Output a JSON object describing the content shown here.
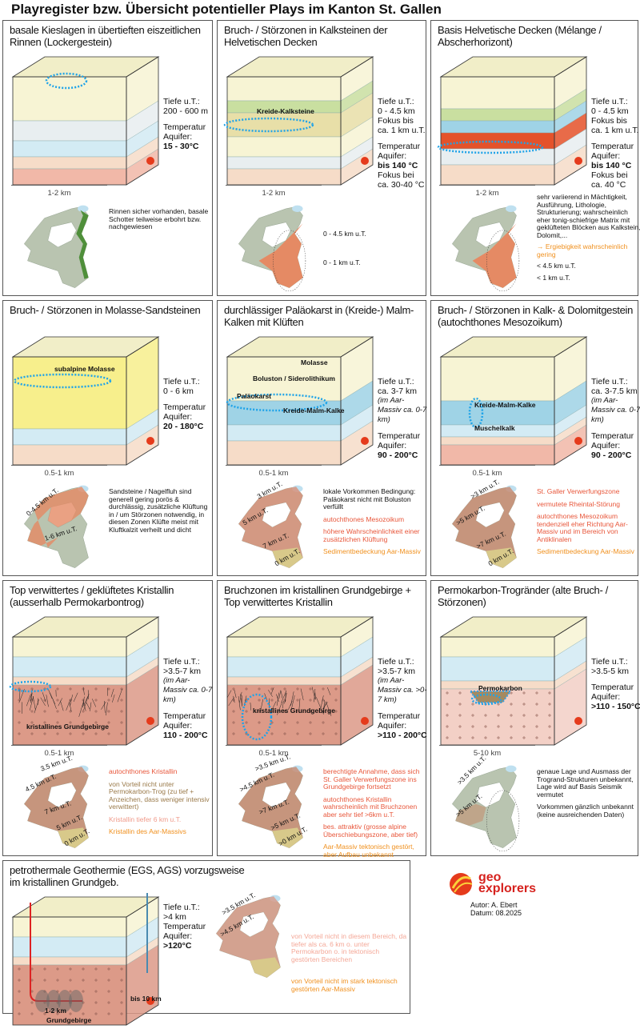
{
  "title": "Playregister bzw. Übersicht potentieller Plays im Kanton St. Gallen",
  "panels": [
    {
      "title": "basale Kieslagen in übertieften eiszeitlichen Rinnen (Lockergestein)",
      "info": [
        [
          "Tiefe u.T.:",
          "n"
        ],
        [
          "200 - 600 m",
          "n"
        ],
        [
          "",
          ""
        ],
        [
          "Temperatur",
          "n"
        ],
        [
          "Aquifer:",
          "n"
        ],
        [
          "15 - 30°C",
          "b"
        ]
      ],
      "block_labels": [],
      "scale": "1-2 km",
      "map_labels": [],
      "notes": [
        {
          "text": "Rinnen sicher vorhanden, basale Schotter teilweise erbohrt bzw. nachgewiesen",
          "color": "#111111"
        }
      ]
    },
    {
      "title": "Bruch- / Störzonen in Kalksteinen der Helvetischen Decken",
      "info": [
        [
          "Tiefe u.T.:",
          "n"
        ],
        [
          "0 - 4.5 km",
          "n"
        ],
        [
          "Fokus bis",
          "n"
        ],
        [
          "ca. 1 km u.T.",
          "n"
        ],
        [
          "",
          ""
        ],
        [
          "Temperatur",
          "n"
        ],
        [
          "Aquifer:",
          "n"
        ],
        [
          "bis 140 °C",
          "b"
        ],
        [
          "Fokus bei",
          "n"
        ],
        [
          "ca. 30-40 °C",
          "n"
        ]
      ],
      "block_labels": [
        "Kreide-Kalksteine"
      ],
      "scale": "1-2 km",
      "map_labels": [],
      "notes": [
        {
          "text": "0 - 4.5 km u.T.",
          "color": "#111111"
        },
        {
          "text": "0 - 1 km u.T.",
          "color": "#111111"
        }
      ]
    },
    {
      "title": "Basis Helvetische Decken (Mélange / Abscherhorizont)",
      "info": [
        [
          "Tiefe u.T.:",
          "n"
        ],
        [
          "0 - 4.5 km",
          "n"
        ],
        [
          "Fokus bis",
          "n"
        ],
        [
          "ca. 1 km u.T.",
          "n"
        ],
        [
          "",
          ""
        ],
        [
          "Temperatur",
          "n"
        ],
        [
          "Aquifer:",
          "n"
        ],
        [
          "bis 140 °C",
          "b"
        ],
        [
          "Fokus bei",
          "n"
        ],
        [
          "ca. 40 °C",
          "n"
        ]
      ],
      "block_labels": [],
      "scale": "1-2 km",
      "map_labels": [],
      "notes": [
        {
          "text": "sehr variierend in Mächtigkeit, Ausführung, Lithologie, Strukturierung; wahrscheinlich eher tonig-schiefrige Matrix mit geklüfteten Blöcken aus Kalkstein, Dolomit,...",
          "color": "#111111"
        },
        {
          "text": "→ Ergiebigkeit wahrscheinlich gering",
          "color": "#f0901e"
        },
        {
          "text": "< 4.5 km u.T.",
          "color": "#111111"
        },
        {
          "text": "< 1 km u.T.",
          "color": "#111111"
        }
      ]
    },
    {
      "title": "Bruch- / Störzonen in Molasse-Sandsteinen",
      "info": [
        [
          "Tiefe u.T.:",
          "n"
        ],
        [
          "0 - 6 km",
          "n"
        ],
        [
          "",
          ""
        ],
        [
          "Temperatur",
          "n"
        ],
        [
          "Aquifer:",
          "n"
        ],
        [
          "20 - 180°C",
          "b"
        ]
      ],
      "block_labels": [
        "subalpine Molasse"
      ],
      "scale": "0.5-1 km",
      "map_labels": [
        "0-4.5 km u.T.",
        "1-6 km u.T."
      ],
      "notes": [
        {
          "text": "Sandsteine / Nagelfluh sind generell gering porös & durchlässig, zusätzliche Klüftung in / um Störzonen notwendig, in diesen Zonen Klüfte meist mit Kluftkalzit verheilt und dicht",
          "color": "#111111"
        }
      ]
    },
    {
      "title": "durchlässiger Paläokarst in (Kreide-) Malm-Kalken mit Klüften",
      "info": [
        [
          "Tiefe u.T.:",
          "n"
        ],
        [
          "ca. 3-7 km",
          "n"
        ],
        [
          "(im Aar-Massiv ca. 0-7 km)",
          "i"
        ],
        [
          "",
          ""
        ],
        [
          "Temperatur",
          "n"
        ],
        [
          "Aquifer:",
          "n"
        ],
        [
          "90 - 200°C",
          "b"
        ]
      ],
      "block_labels": [
        "Molasse",
        "Boluston / Siderolithikum",
        "Paläokarst",
        "Kreide-Malm-Kalke"
      ],
      "scale": "0.5-1 km",
      "map_labels": [
        "3 km u.T.",
        "5 km u.T.",
        "7 km u.T.",
        "0 km u.T."
      ],
      "notes": [
        {
          "text": "lokale Vorkommen Bedingung: Paläokarst nicht mit Boluston verfüllt",
          "color": "#111111"
        },
        {
          "text": "autochthones Mesozoikum",
          "color": "#e8563a"
        },
        {
          "text": "höhere Wahrscheinlichkeit einer zusätzlichen Klüftung",
          "color": "#e8563a"
        },
        {
          "text": "Sedimentbedeckung Aar-Massiv",
          "color": "#f0901e"
        }
      ]
    },
    {
      "title": "Bruch- / Störzonen in Kalk- & Dolomitgestein (autochthones Mesozoikum)",
      "info": [
        [
          "Tiefe u.T.:",
          "n"
        ],
        [
          "ca. 3-7.5 km",
          "n"
        ],
        [
          "(im Aar-Massiv ca. 0-7 km)",
          "i"
        ],
        [
          "",
          ""
        ],
        [
          "Temperatur",
          "n"
        ],
        [
          "Aquifer:",
          "n"
        ],
        [
          "90 - 200°C",
          "b"
        ]
      ],
      "block_labels": [
        "Kreide-Malm-Kalke",
        "Muschelkalk"
      ],
      "scale": "0.5-1 km",
      "map_labels": [
        ">3 km u.T.",
        ">5 km u.T.",
        ">7 km u.T.",
        "0 km u.T."
      ],
      "notes": [
        {
          "text": "St. Galler Verwerfungszone",
          "color": "#e8563a"
        },
        {
          "text": "vermutete Rheintal-Störung",
          "color": "#e8563a"
        },
        {
          "text": "autochthones Mesozoikum tendenziell eher Richtung Aar-Massiv und im Bereich von Antiklinalen",
          "color": "#e8563a"
        },
        {
          "text": "Sedimentbedeckung Aar-Massiv",
          "color": "#f0901e"
        }
      ]
    },
    {
      "title": "Top verwittertes / geklüftetes Kristallin (ausserhalb Permokarbontrog)",
      "info": [
        [
          "Tiefe u.T.:",
          "n"
        ],
        [
          ">3.5-7 km",
          "n"
        ],
        [
          "(im Aar-Massiv ca. 0-7 km)",
          "i"
        ],
        [
          "",
          ""
        ],
        [
          "Temperatur",
          "n"
        ],
        [
          "Aquifer:",
          "n"
        ],
        [
          "110 - 200°C",
          "b"
        ]
      ],
      "block_labels": [
        "kristallines Grundgebirge"
      ],
      "scale": "0.5-1 km",
      "map_labels": [
        "3.5 km u.T.",
        "4.5 km u.T.",
        "7 km u.T.",
        "5 km u.T.",
        "0 km u.T."
      ],
      "notes": [
        {
          "text": "autochthones Kristallin",
          "color": "#e8563a"
        },
        {
          "text": "von Vorteil nicht unter Permokarbon-Trog (zu tief + Anzeichen, dass weniger intensiv verwittert)",
          "color": "#9a7a4a"
        },
        {
          "text": "Kristallin tiefer 6 km u.T.",
          "color": "#f09a8a"
        },
        {
          "text": "Kristallin des Aar-Massivs",
          "color": "#f0901e"
        }
      ]
    },
    {
      "title": "Bruchzonen im kristallinen Grundgebirge + Top verwittertes Kristallin",
      "info": [
        [
          "Tiefe u.T.:",
          "n"
        ],
        [
          ">3.5-7 km",
          "n"
        ],
        [
          "(im Aar-Massiv ca. >0-7 km)",
          "i"
        ],
        [
          "",
          ""
        ],
        [
          "Temperatur",
          "n"
        ],
        [
          "Aquifer:",
          "n"
        ],
        [
          ">110 - 200°C",
          "b"
        ]
      ],
      "block_labels": [
        "kristallines Grundgebirge"
      ],
      "scale": "0.5-1 km",
      "map_labels": [
        ">3.5 km u.T.",
        ">4.5 km u.T.",
        ">7 km u.T.",
        ">5 km u.T.",
        ">0 km u.T."
      ],
      "notes": [
        {
          "text": "berechtigte Annahme, dass sich St. Galler Verwerfungszone ins Grundgebirge fortsetzt",
          "color": "#e8563a"
        },
        {
          "text": "autochthones Kristallin wahrscheinlich mit Bruchzonen aber sehr tief >6km u.T.",
          "color": "#e8563a"
        },
        {
          "text": "bes. attraktiv (grosse alpine Überschiebungszone, aber tief)",
          "color": "#e8563a"
        },
        {
          "text": "Aar-Massiv tektonisch gestört, aber Aufbau unbekannt",
          "color": "#f0901e"
        }
      ]
    },
    {
      "title": "Permokarbon-Trogränder (alte Bruch- / Störzonen)",
      "info": [
        [
          "Tiefe u.T.:",
          "n"
        ],
        [
          ">3.5-5 km",
          "n"
        ],
        [
          "",
          ""
        ],
        [
          "Temperatur",
          "n"
        ],
        [
          "Aquifer:",
          "n"
        ],
        [
          ">110 - 150°C",
          "b"
        ]
      ],
      "block_labels": [
        "Permokarbon"
      ],
      "scale": "5-10 km",
      "map_labels": [
        ">3.5 km u.T.",
        ">5 km u.T."
      ],
      "notes": [
        {
          "text": "genaue Lage und Ausmass der Trogrand-Strukturen unbekannt, Lage wird auf Basis Seismik vermutet",
          "color": "#111111"
        },
        {
          "text": "Vorkommen gänzlich unbekannt (keine ausreichenden Daten)",
          "color": "#111111"
        }
      ]
    },
    {
      "title": "petrothermale Geothermie (EGS, AGS) vorzugsweise im kristallinen Grundgeb.",
      "info": [
        [
          "Tiefe u.T.:",
          "n"
        ],
        [
          ">4 km",
          "n"
        ],
        [
          "Temperatur",
          "n"
        ],
        [
          "Aquifer:",
          "n"
        ],
        [
          ">120°C",
          "b"
        ]
      ],
      "block_labels": [
        "1-2 km",
        "Grundgebirge",
        "bis 10 km"
      ],
      "scale": "",
      "map_labels": [
        ">3.5 km u.T.",
        ">4.5 km u.T."
      ],
      "notes": [
        {
          "text": "von Vorteil nicht in diesem Bereich, da tiefer als ca. 6 km o. unter Permokarbon o. in tektonisch gestörten Bereichen",
          "color": "#f4a898"
        },
        {
          "text": "von Vorteil nicht im stark tektonisch gestörten Aar-Massiv",
          "color": "#f0901e"
        }
      ]
    }
  ],
  "logo": {
    "name": "geo explorers",
    "author": "Autor: A. Ebert",
    "date": "Datum: 08.2025"
  }
}
